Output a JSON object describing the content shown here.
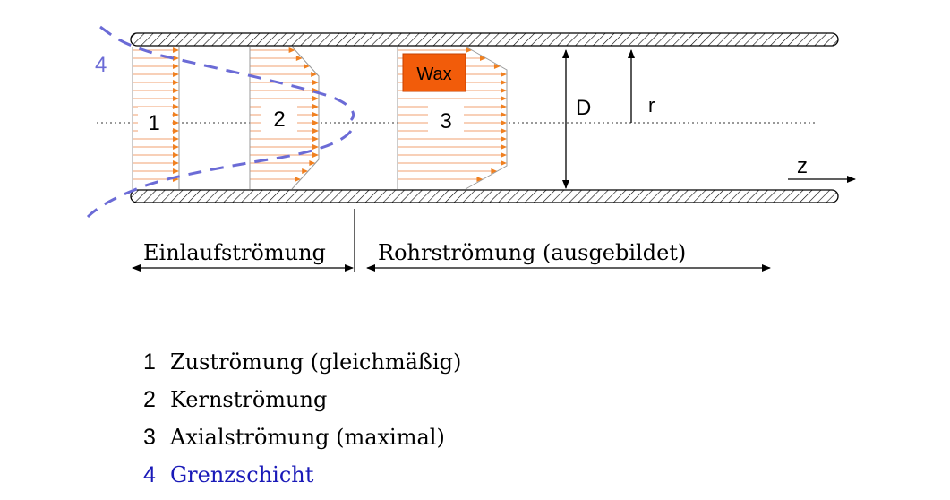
{
  "labels": {
    "boundary_marker": "4",
    "profile_1": "1",
    "profile_2": "2",
    "profile_3": "3",
    "wax": "Wax",
    "diameter": "D",
    "radius": "r",
    "axis": "z",
    "entry_flow": "Einlaufströmung",
    "pipe_flow": "Rohrströmung (ausgebildet)"
  },
  "legend": [
    {
      "num": "1",
      "text": "Zuströmung (gleichmäßig)"
    },
    {
      "num": "2",
      "text": "Kernströmung"
    },
    {
      "num": "3",
      "text": "Axialströmung (maximal)"
    },
    {
      "num": "4",
      "text": "Grenzschicht"
    }
  ],
  "colors": {
    "wall_hatch": "#000000",
    "profile_lines": "#f0a070",
    "arrow_heads": "#f08020",
    "wax_fill": "#f25c0a",
    "boundary_layer": "#6b6bd6",
    "legend_highlight": "#1a1ab8"
  }
}
